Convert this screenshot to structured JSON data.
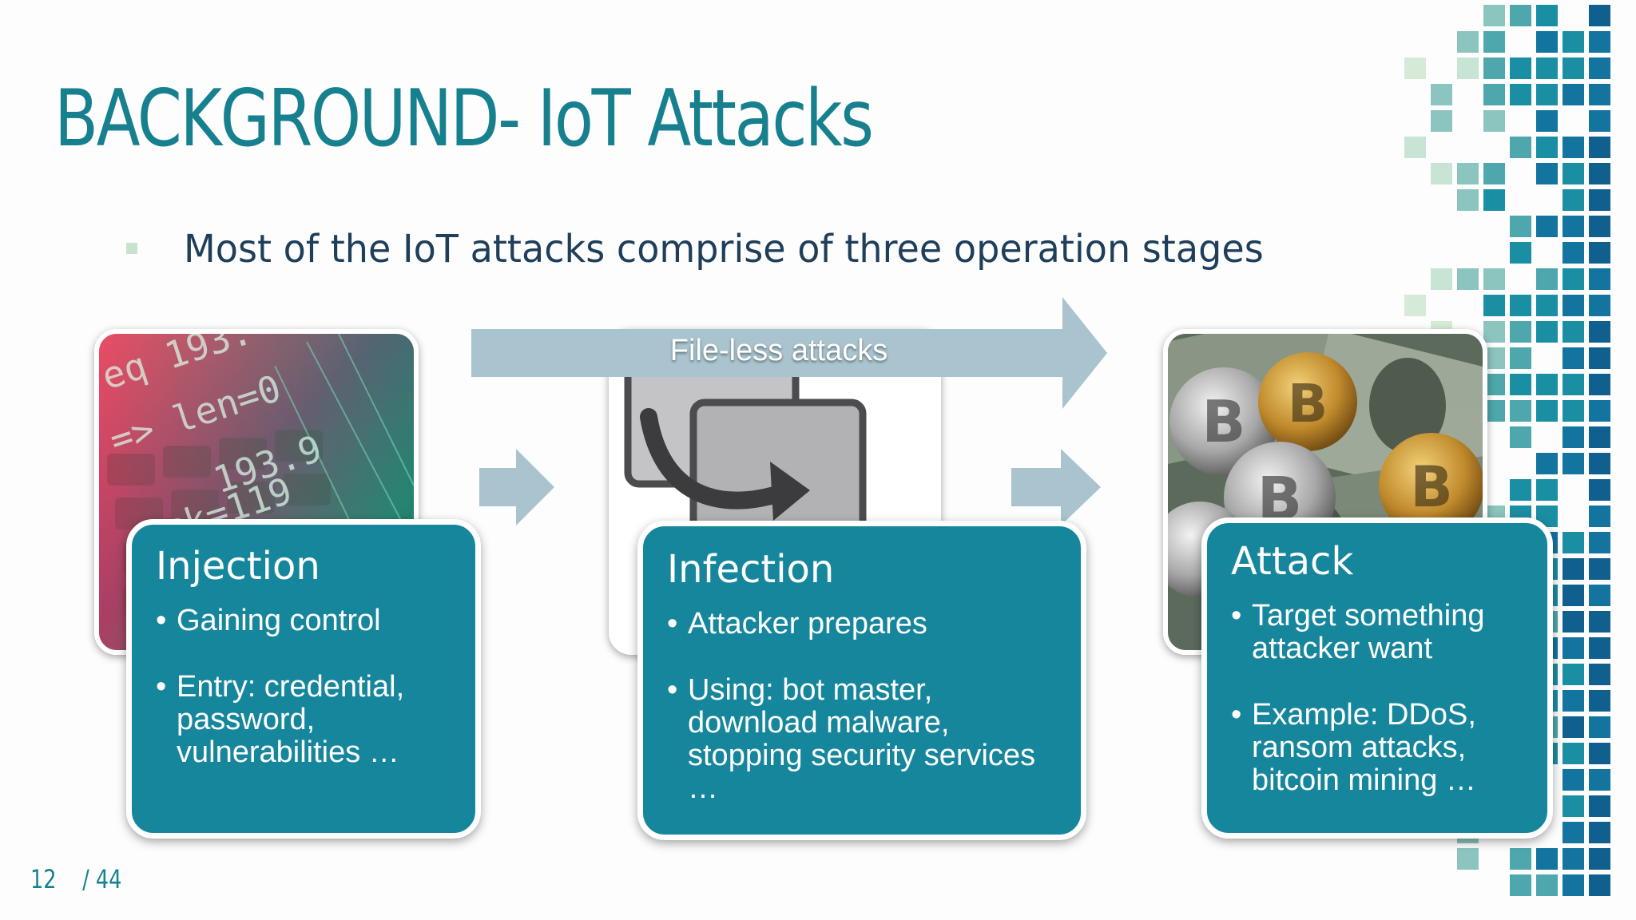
{
  "slide": {
    "title": "BACKGROUND- IoT Attacks",
    "intro": "Most of the IoT attacks comprise of three operation stages",
    "page_number": "12",
    "page_total": "/ 44"
  },
  "banner": {
    "label": "File-less attacks"
  },
  "stages": [
    {
      "title": "Injection",
      "bullets": [
        "Gaining control",
        "Entry: credential, password, vulnerabilities …"
      ]
    },
    {
      "title": "Infection",
      "bullets": [
        "Attacker prepares",
        "Using: bot master, download malware, stopping security services …"
      ]
    },
    {
      "title": "Attack",
      "bullets": [
        "Target something attacker want",
        "Example: DDoS, ransom attacks, bitcoin mining …"
      ]
    }
  ],
  "images": {
    "injection": "Code overlay on keyboard photo",
    "infection": "Copy and transfer icon",
    "attack": "Bitcoins and dollar bills photo"
  },
  "colors": {
    "title": "#16808f",
    "card": "#16869c",
    "banner_arrow": "#a9c4cf",
    "text_dark": "#1e3e5a"
  }
}
